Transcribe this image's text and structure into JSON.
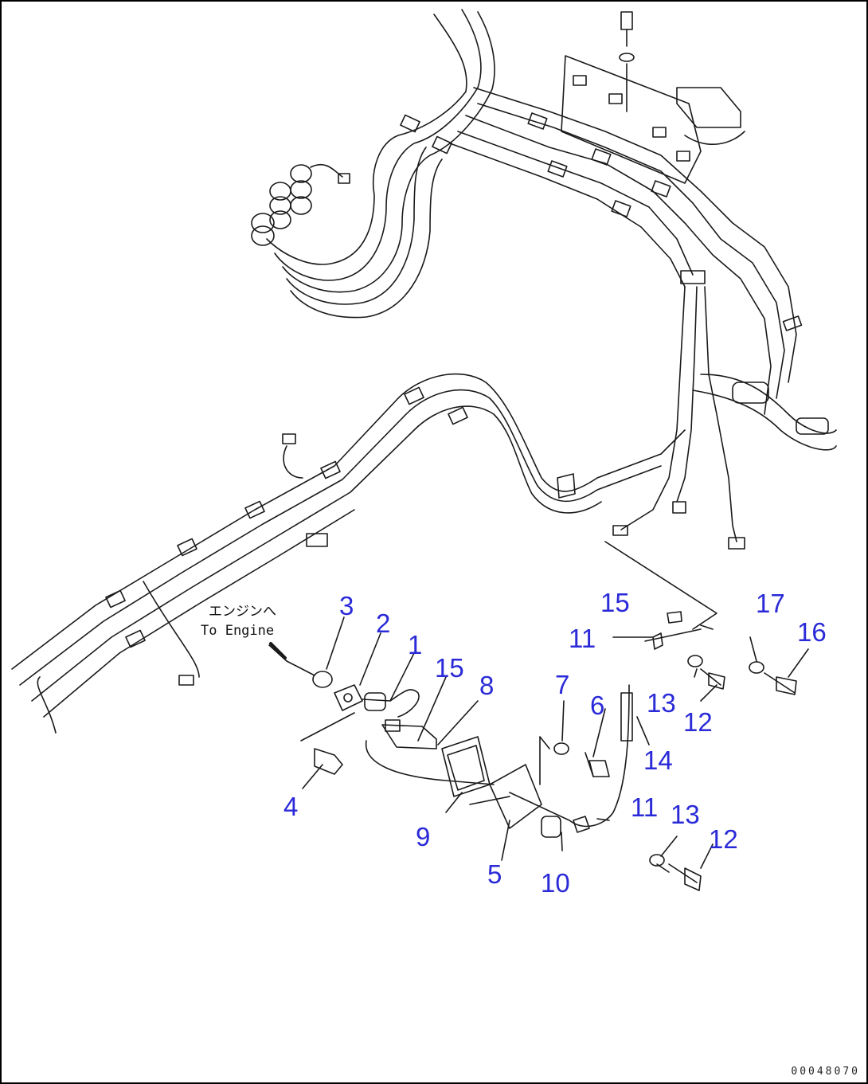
{
  "engine_note": {
    "jp": "エンジンへ",
    "en": "To Engine"
  },
  "callouts": {
    "c1": "1",
    "c2": "2",
    "c3": "3",
    "c4": "4",
    "c5": "5",
    "c6": "6",
    "c7": "7",
    "c8": "8",
    "c9": "9",
    "c10": "10",
    "c11a": "11",
    "c11b": "11",
    "c12a": "12",
    "c12b": "12",
    "c13a": "13",
    "c13b": "13",
    "c14": "14",
    "c15a": "15",
    "c15b": "15",
    "c16": "16",
    "c17": "17"
  },
  "drawing_code": "00048070"
}
